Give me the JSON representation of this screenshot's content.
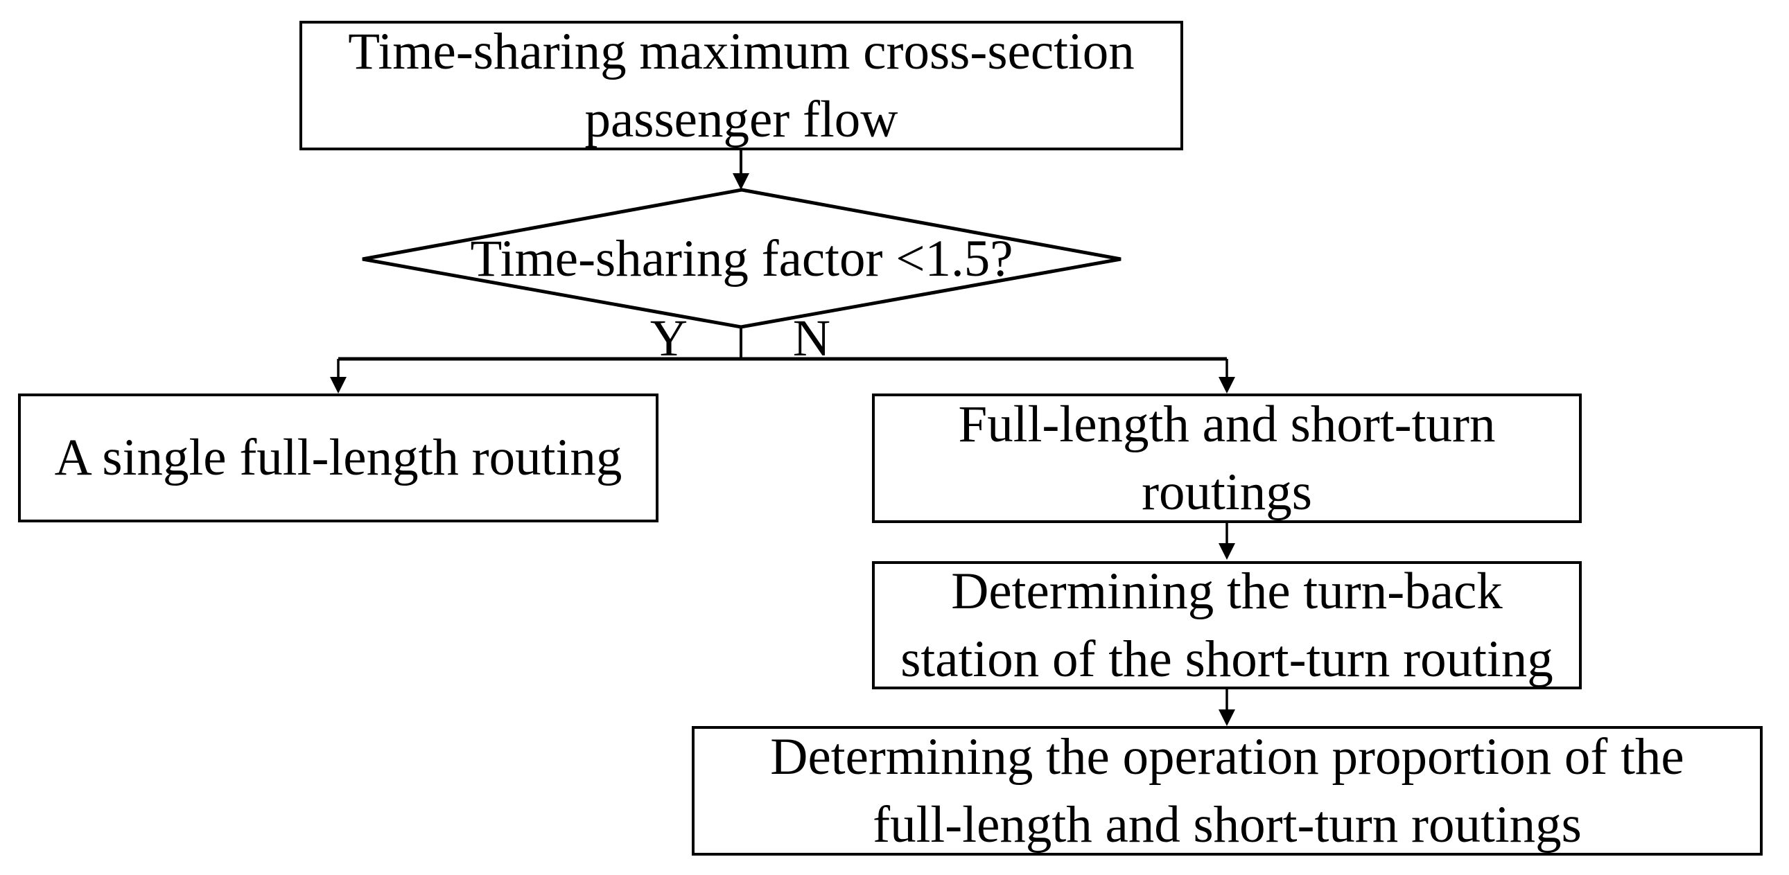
{
  "colors": {
    "ink": "#000000",
    "background": "#ffffff"
  },
  "flowchart": {
    "start": {
      "label": "Time-sharing maximum cross-section\npassenger flow"
    },
    "decision": {
      "label": "Time-sharing factor <1.5?",
      "yes_label": "Y",
      "no_label": "N"
    },
    "yes_branch": {
      "label": "A single full-length routing"
    },
    "no_branch": {
      "label": "Full-length and short-turn\nroutings"
    },
    "turn_back": {
      "label": "Determining the turn-back\nstation of the short-turn routing"
    },
    "proportion": {
      "label": "Determining the operation proportion of the\nfull-length and short-turn routings"
    }
  }
}
